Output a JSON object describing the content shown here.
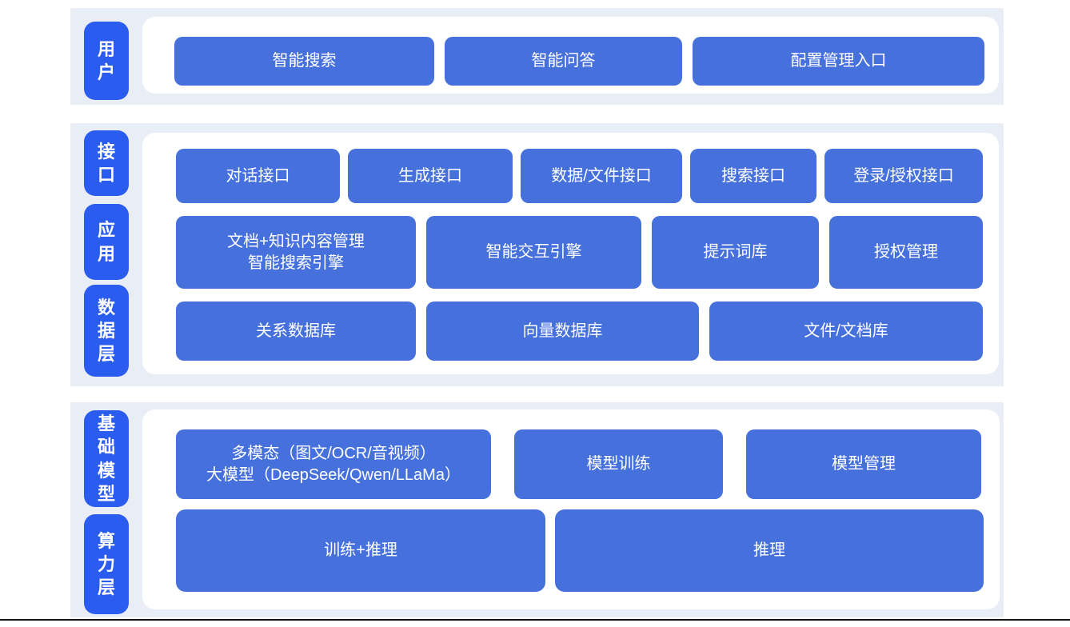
{
  "colors": {
    "label_blue": "#2b5cf0",
    "node_blue": "#4671dd",
    "panel_bg": "#e9eef6",
    "card_bg": "#ffffff",
    "text_white": "#ffffff",
    "bottom_rule": "#111111"
  },
  "layers": {
    "user": {
      "label": "用户",
      "buttons": [
        "智能搜索",
        "智能问答",
        "配置管理入口"
      ]
    },
    "interface": {
      "label": "接口",
      "buttons": [
        "对话接口",
        "生成接口",
        "数据/文件接口",
        "搜索接口",
        "登录/授权接口"
      ]
    },
    "application": {
      "label": "应用",
      "buttons": [
        "文档+知识内容管理\n智能搜索引擎",
        "智能交互引擎",
        "提示词库",
        "授权管理"
      ]
    },
    "data": {
      "label": "数据层",
      "buttons": [
        "关系数据库",
        "向量数据库",
        "文件/文档库"
      ]
    },
    "foundation_model": {
      "label": "基础模型",
      "buttons": [
        "多模态（图文/OCR/音视频）\n大模型（DeepSeek/Qwen/LLaMa）",
        "模型训练",
        "模型管理"
      ]
    },
    "compute": {
      "label": "算力层",
      "buttons": [
        "训练+推理",
        "推理"
      ]
    }
  }
}
